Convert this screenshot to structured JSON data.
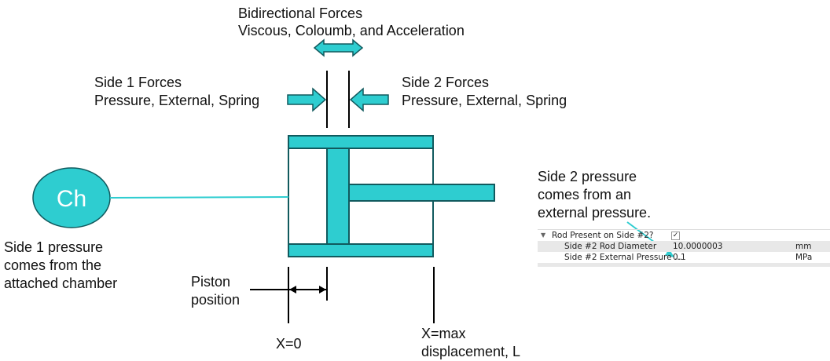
{
  "colors": {
    "fill": "#2ECDD0",
    "stroke": "#115A5E",
    "callout_arrow": "#2ECDD0",
    "line": "#000000"
  },
  "labels": {
    "bidirectional_title": "Bidirectional Forces",
    "bidirectional_detail": "Viscous, Coloumb, and Acceleration",
    "side1_title": "Side 1 Forces",
    "side1_detail": "Pressure, External, Spring",
    "side2_title": "Side 2 Forces",
    "side2_detail": "Pressure, External, Spring",
    "chamber": "Ch",
    "side1_pressure_1": "Side 1 pressure",
    "side1_pressure_2": "comes from the",
    "side1_pressure_3": "attached chamber",
    "side2_pressure_1": "Side 2 pressure",
    "side2_pressure_2": "comes from an",
    "side2_pressure_3": "external pressure.",
    "piston_position_1": "Piston",
    "piston_position_2": "position",
    "x_zero": "X=0",
    "x_max_1": "X=max",
    "x_max_2": "displacement, L"
  },
  "properties": {
    "group": {
      "name": "Rod Present on Side #2?",
      "checked": "✓"
    },
    "rows": [
      {
        "name": "Side #2 Rod Diameter",
        "value": "10.0000003",
        "unit": "mm"
      },
      {
        "name": "Side #2 External Pressure ...",
        "value": "0.1",
        "unit": "MPa"
      }
    ]
  },
  "icons": {
    "expand": "▼",
    "bidirectional_arrow": "double-arrow-icon",
    "side1_arrow": "right-arrow-icon",
    "side2_arrow": "left-arrow-icon"
  }
}
